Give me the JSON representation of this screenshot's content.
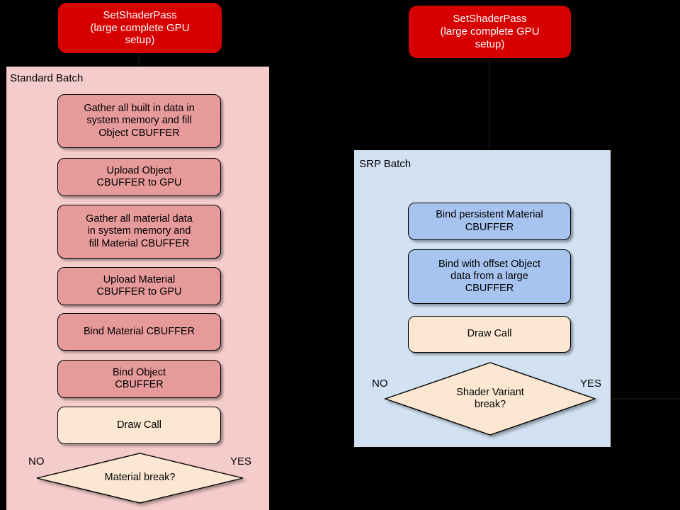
{
  "diagram": {
    "title_hidden": "",
    "colors": {
      "background": "#000000",
      "red_node": "#d70000",
      "pink_container": "#f5cccc",
      "pink_node": "#e69a9a",
      "blue_container": "#d2e2f2",
      "blue_node": "#a7c3ef",
      "cream_node": "#fce8d2",
      "stroke": "#000000",
      "red_text": "#ffffff"
    },
    "left": {
      "entry_node": {
        "label": "SetShaderPass\n(large complete GPU\nsetup)"
      },
      "container_label": "Standard Batch",
      "steps": [
        {
          "label": "Gather all built in data in\nsystem memory and fill\nObject CBUFFER"
        },
        {
          "label": "Upload Object\nCBUFFER to GPU"
        },
        {
          "label": "Gather all material data\nin system memory and\nfill Material CBUFFER"
        },
        {
          "label": "Upload Material\nCBUFFER to GPU"
        },
        {
          "label": "Bind Material CBUFFER"
        },
        {
          "label": "Bind Object\nCBUFFER"
        }
      ],
      "draw_call": {
        "label": "Draw Call"
      },
      "decision": {
        "label": "Material break?"
      },
      "no_label": "NO",
      "yes_label": "YES"
    },
    "right": {
      "entry_node": {
        "label": "SetShaderPass\n(large complete GPU\nsetup)"
      },
      "container_label": "SRP Batch",
      "steps": [
        {
          "label": "Bind persistent Material\nCBUFFER"
        },
        {
          "label": "Bind with offset Object\ndata from a large\nCBUFFER"
        }
      ],
      "draw_call": {
        "label": "Draw Call"
      },
      "decision": {
        "label": "Shader Variant\nbreak?"
      },
      "no_label": "NO",
      "yes_label": "YES"
    }
  }
}
